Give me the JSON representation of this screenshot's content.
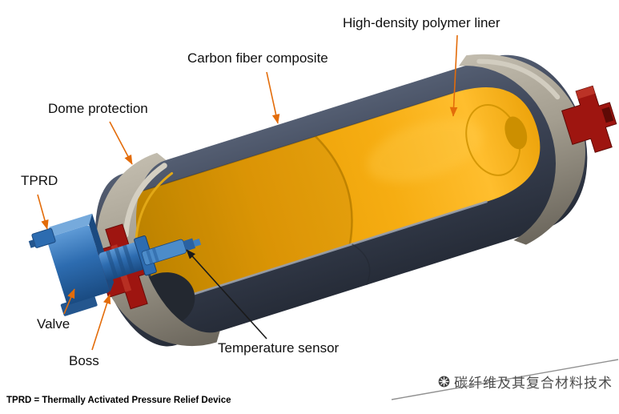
{
  "figure": {
    "labels": {
      "liner": "High-density polymer liner",
      "composite": "Carbon fiber composite",
      "dome": "Dome protection",
      "tprd": "TPRD",
      "valve": "Valve",
      "boss": "Boss",
      "sensor": "Temperature sensor"
    },
    "footnote": "TPRD = Thermally Activated Pressure Relief Device",
    "watermark": "碳纤维及其复合材料技术",
    "colors": {
      "shell": "#3e4658",
      "liner_gold": "#f0a50a",
      "dome_gray": "#a8a294",
      "boss_red": "#9e1510",
      "valve_blue": "#2d6cb0",
      "leader_orange": "#e36c0a",
      "sensor_leader_black": "#1a1a1a",
      "watermark_gray": "#4d4d4d"
    }
  }
}
